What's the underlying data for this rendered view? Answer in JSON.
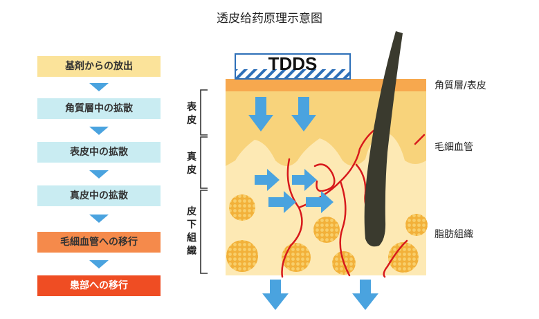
{
  "title": "透皮给药原理示意图",
  "steps": [
    {
      "label": "基剤からの放出",
      "color": "#fbe39a"
    },
    {
      "label": "角質層中の拡散",
      "color": "#c9ecf2"
    },
    {
      "label": "表皮中の拡散",
      "color": "#c9ecf2"
    },
    {
      "label": "真皮中の拡散",
      "color": "#c9ecf2"
    },
    {
      "label": "毛細血管への移行",
      "color": "#f58a4b"
    },
    {
      "label": "患部への移行",
      "color": "#ef4d23"
    }
  ],
  "patch_label": "TDDS",
  "layer_labels": {
    "epidermis": "表皮",
    "dermis": "真皮",
    "subcutaneous": "皮下組織"
  },
  "right_labels": {
    "stratum_corneum": "角質層/表皮",
    "capillary": "毛細血管",
    "fat_tissue": "脂肪組織"
  },
  "colors": {
    "arrow": "#4aa3df",
    "skin_top": "#f7a84e",
    "epidermis": "#f8d37b",
    "dermis": "#fde9b4",
    "fat": "#f2b13a",
    "vessel": "#d7191c",
    "hair": "#3a3a2e"
  }
}
